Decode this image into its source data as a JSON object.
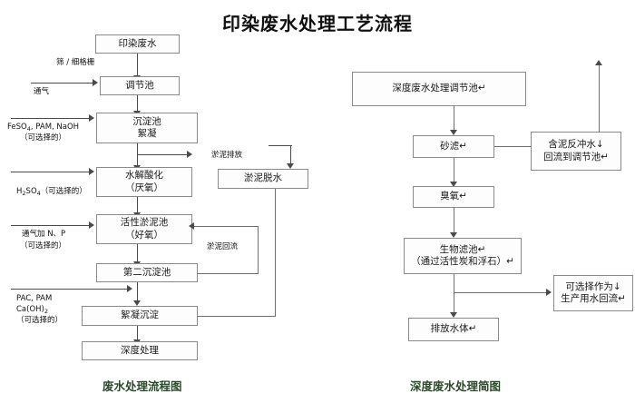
{
  "title": "印染废水处理工艺流程",
  "captions": {
    "left": "废水处理流程图",
    "right": "深度废水处理简图"
  },
  "left_chart": {
    "boxes": {
      "influent": "印染废水",
      "equalization": "调节池",
      "sedimentation_l1": "沉淀池",
      "sedimentation_l2": "絮凝",
      "hydrolysis_l1": "水解酸化",
      "hydrolysis_l2": "（厌氧）",
      "activated_sludge_l1": "活性淤泥池",
      "activated_sludge_l2": "（好氧）",
      "secondary_sed": "第二沉淀池",
      "coagulation": "絮凝沉淀",
      "advanced": "深度处理",
      "sludge_dewater": "淤泥脱水"
    },
    "labels": {
      "screen": "筛 / 细格栅",
      "aeration": "通气",
      "reagent1_l1": "FeSO4, PAM, NaOH",
      "reagent1_l2": "（可选择的）",
      "reagent2": "H2SO4（可选择的）",
      "reagent3_l1": "通气加 N、P",
      "reagent3_l2": "（可选择的）",
      "reagent4_l1": "PAC, PAM",
      "reagent4_l2": "Ca(OH)2",
      "reagent4_l3": "（可选择的）",
      "sludge_discharge": "淤泥排放",
      "sludge_return": "淤泥回流"
    }
  },
  "right_chart": {
    "boxes": {
      "equalization": "深度废水处理调节池↵",
      "sand_filter": "砂滤↵",
      "ozone": "臭氧↵",
      "biofilter_l1": "生物滤池↵",
      "biofilter_l2": "（通过活性炭和浮石）↵",
      "discharge": "排放水体↵",
      "backwash_l1": "含泥反冲水↓",
      "backwash_l2": "回流到调节池↵",
      "reuse_l1": "可选择作为↓",
      "reuse_l2": "生产用水回流↵"
    }
  }
}
